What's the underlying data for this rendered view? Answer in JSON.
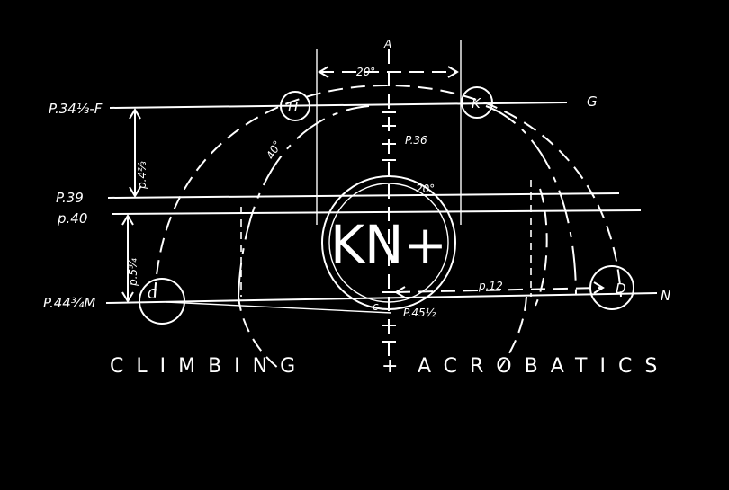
{
  "logo": {
    "text": "KN+",
    "tagline_left": "CLIMBING",
    "tagline_joiner": "+",
    "tagline_right": "ACROBATICS"
  },
  "point_labels": {
    "h": "H",
    "k": "K",
    "c": "C",
    "d": "D",
    "g": "G",
    "n": "N",
    "a": "A",
    "c_small": "c"
  },
  "left_labels": {
    "f": "P.34⅓-F",
    "p39": "P.39",
    "p40": "p.40",
    "m": "P.44¾M"
  },
  "annotations": {
    "p4_3": "p.4⅔",
    "p5_3_4": "p.5¾",
    "p36": "P.36",
    "p45_1_2": "P.45½",
    "p12": "p.12",
    "angle_top": "20°",
    "angle_inner": "20°",
    "angle_arc": "40°"
  },
  "colors": {
    "background": "#000000",
    "ink": "#ffffff"
  }
}
